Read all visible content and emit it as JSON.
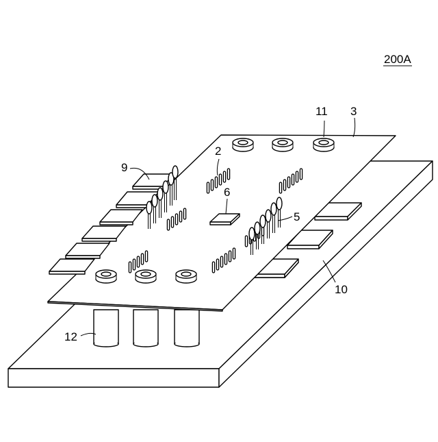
{
  "figure": {
    "figure_id": "200A",
    "labels": {
      "ref_2": "2",
      "ref_3": "3",
      "ref_5": "5",
      "ref_6": "6",
      "ref_9": "9",
      "ref_10": "10",
      "ref_11": "11",
      "ref_12": "12"
    }
  }
}
